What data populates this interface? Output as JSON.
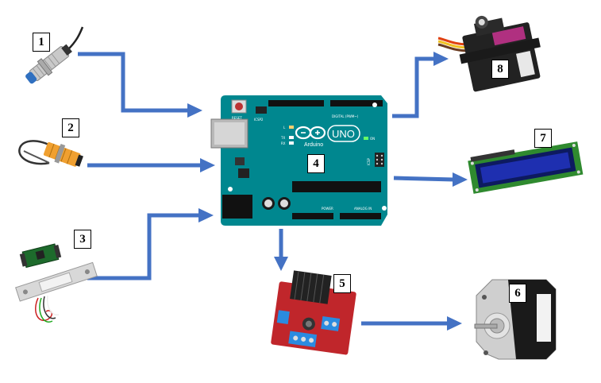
{
  "components": [
    {
      "id": "1",
      "name": "inductive-proximity-sensor"
    },
    {
      "id": "2",
      "name": "photoelectric-sensor"
    },
    {
      "id": "3",
      "name": "load-cell-with-hx711"
    },
    {
      "id": "4",
      "name": "arduino-uno-board"
    },
    {
      "id": "5",
      "name": "l298n-motor-driver"
    },
    {
      "id": "6",
      "name": "nema-stepper-motor"
    },
    {
      "id": "7",
      "name": "lcd-16x2-display"
    },
    {
      "id": "8",
      "name": "servo-motor"
    }
  ],
  "board": {
    "logo_text": "Arduino",
    "model_text": "UNO",
    "reset_label": "RESET",
    "icsp_label": "ICSP2",
    "icsp_right_label": "ICSP",
    "digital_label": "DIGITAL (PWM~)",
    "power_label": "POWER",
    "analog_label": "ANALOG IN",
    "led_l": "L",
    "led_tx": "TX",
    "led_rx": "RX",
    "led_on": "ON"
  },
  "colors": {
    "arrow": "#4472c4",
    "board": "#00878f",
    "servo_body": "#222222",
    "lcd_pcb": "#2f8a2f",
    "lcd_screen": "#1e2fb0",
    "driver_pcb": "#c0262b",
    "driver_terminal": "#2b8be0",
    "stepper_body": "#1a1a1a",
    "sensor_orange": "#f0a030",
    "prox_blue": "#3070c0"
  }
}
